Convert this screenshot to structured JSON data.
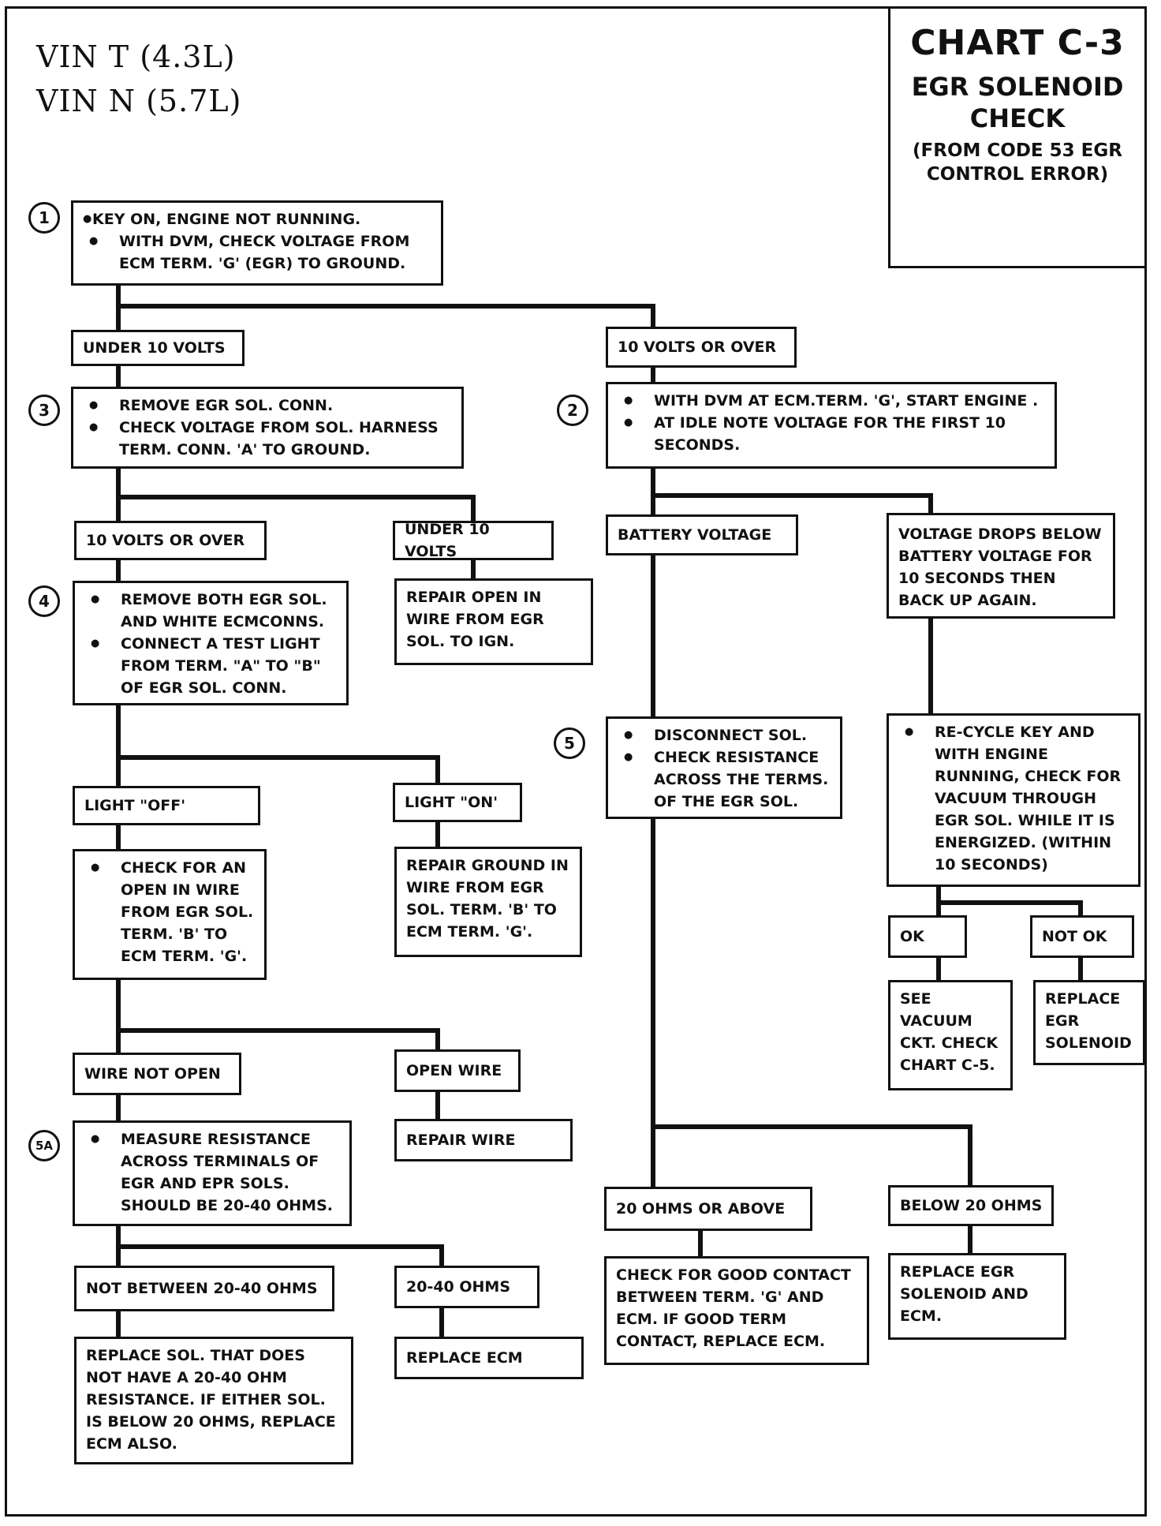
{
  "header": {
    "vin_lines": [
      "VIN  T  (4.3L)",
      "VIN  N  (5.7L)"
    ],
    "chart_id": "CHART C-3",
    "title_lines": [
      "EGR SOLENOID",
      "CHECK"
    ],
    "subtitle_lines": [
      "(FROM CODE 53 EGR",
      "CONTROL ERROR)"
    ]
  },
  "steps": {
    "s1": {
      "number": "1",
      "bullets": [
        "KEY ON, ENGINE NOT RUNNING.",
        "WITH DVM, CHECK VOLTAGE FROM ECM TERM. 'G' (EGR) TO GROUND."
      ]
    },
    "s2": {
      "number": "2",
      "bullets": [
        "WITH DVM AT ECM.TERM. 'G', START ENGINE .",
        "AT IDLE NOTE VOLTAGE FOR THE FIRST 10 SECONDS."
      ]
    },
    "s3": {
      "number": "3",
      "bullets": [
        "REMOVE EGR SOL. CONN.",
        "CHECK VOLTAGE FROM SOL. HARNESS TERM. CONN. 'A' TO GROUND."
      ]
    },
    "s4": {
      "number": "4",
      "bullets": [
        "REMOVE BOTH EGR SOL. AND WHITE ECMCONNS.",
        "CONNECT A TEST LIGHT FROM TERM. \"A\" TO \"B\" OF EGR SOL. CONN."
      ]
    },
    "s5": {
      "number": "5",
      "bullets": [
        "DISCONNECT SOL.",
        "CHECK RESISTANCE ACROSS THE TERMS. OF THE EGR SOL."
      ]
    },
    "s5a": {
      "number": "5A",
      "bullets": [
        "MEASURE RESISTANCE ACROSS TERMINALS OF EGR AND EPR SOLS. SHOULD BE 20-40 OHMS."
      ]
    },
    "open_check": {
      "bullets": [
        "CHECK FOR AN OPEN IN WIRE FROM EGR SOL. TERM. 'B' TO ECM TERM. 'G'."
      ]
    },
    "recycle": {
      "bullets": [
        "RE-CYCLE KEY AND WITH ENGINE RUNNING, CHECK FOR VACUUM THROUGH EGR SOL. WHILE IT IS ENERGIZED. (WITHIN 10 SECONDS)"
      ]
    }
  },
  "labels": {
    "under10_a": "UNDER 10 VOLTS",
    "over10_a": "10 VOLTS OR OVER",
    "over10_b": "10 VOLTS OR OVER",
    "under10_b": "UNDER 10 VOLTS",
    "battery": "BATTERY VOLTAGE",
    "drops": "VOLTAGE DROPS BELOW BATTERY VOLTAGE FOR 10 SECONDS THEN BACK UP AGAIN.",
    "light_off": "LIGHT \"OFF'",
    "light_on": "LIGHT \"ON'",
    "wire_not_open": "WIRE NOT OPEN",
    "open_wire": "OPEN WIRE",
    "ok": "OK",
    "not_ok": "NOT OK",
    "ohms_20_above": "20 OHMS OR ABOVE",
    "below_20": "BELOW 20 OHMS",
    "not_between": "NOT BETWEEN 20-40 OHMS",
    "ohms_20_40": "20-40 OHMS"
  },
  "results": {
    "repair_open_ign": "REPAIR OPEN IN WIRE FROM EGR SOL. TO IGN.",
    "repair_ground": "REPAIR GROUND IN WIRE FROM EGR SOL. TERM. 'B' TO ECM TERM. 'G'.",
    "repair_wire": "REPAIR WIRE",
    "see_vacuum": "SEE VACUUM CKT. CHECK CHART C-5.",
    "replace_egr": "REPLACE EGR SOLENOID",
    "check_contact": "CHECK FOR GOOD CONTACT BETWEEN TERM. 'G' AND ECM. IF GOOD TERM CONTACT, REPLACE ECM.",
    "replace_egr_ecm": "REPLACE EGR SOLENOID AND ECM.",
    "replace_sol": "REPLACE SOL. THAT DOES NOT HAVE A 20-40 OHM RESISTANCE. IF EITHER SOL. IS BELOW 20 OHMS, REPLACE ECM ALSO.",
    "replace_ecm": "REPLACE ECM"
  }
}
